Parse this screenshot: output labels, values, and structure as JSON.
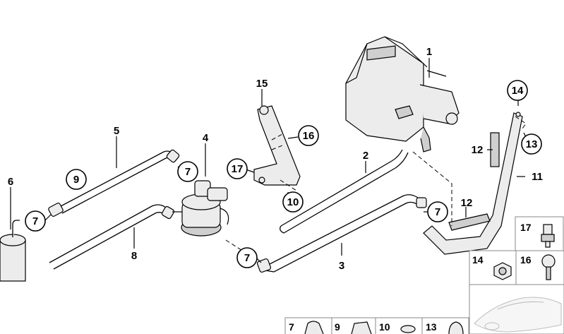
{
  "labels": {
    "l1": "1",
    "l2": "2",
    "l3": "3",
    "l4": "4",
    "l5": "5",
    "l6": "6",
    "l7a": "7",
    "l7b": "7",
    "l7c": "7",
    "l7d": "7",
    "l8": "8",
    "l9": "9",
    "l10": "10",
    "l11": "11",
    "l12a": "12",
    "l12b": "12",
    "l13": "13",
    "l14": "14",
    "l15": "15",
    "l16": "16",
    "l17": "17"
  },
  "side_panels": {
    "p17": "17",
    "p14": "14",
    "p16": "16"
  },
  "bottom_panels": {
    "b7": "7",
    "b9": "9",
    "b10": "10",
    "b13": "13"
  }
}
